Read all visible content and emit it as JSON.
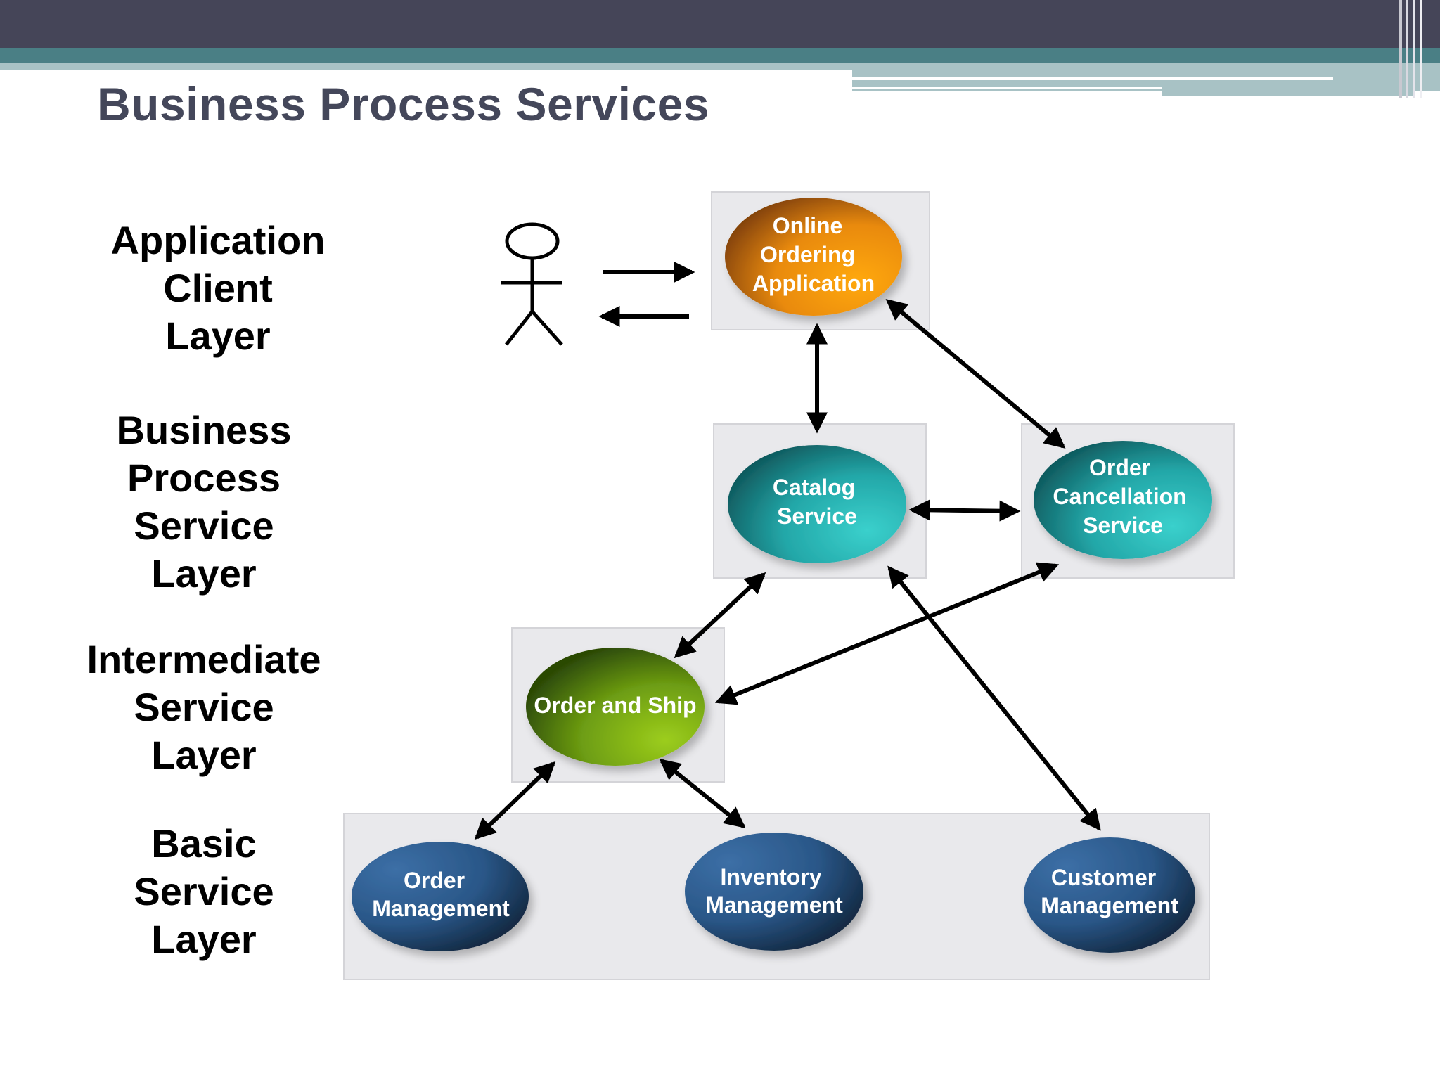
{
  "title": "Business Process Services",
  "layers": {
    "application_client": [
      "Application",
      "Client",
      "Layer"
    ],
    "business_process_service": [
      "Business",
      "Process",
      "Service",
      "Layer"
    ],
    "intermediate_service": [
      "Intermediate",
      "Service",
      "Layer"
    ],
    "basic_service": [
      "Basic",
      "Service",
      "Layer"
    ]
  },
  "nodes": {
    "online_ordering": [
      "Online",
      "Ordering",
      "Application"
    ],
    "catalog_service": [
      "Catalog",
      "Service"
    ],
    "order_cancellation": [
      "Order",
      "Cancellation",
      "Service"
    ],
    "order_and_ship": [
      "Order and Ship"
    ],
    "order_management": [
      "Order",
      "Management"
    ],
    "inventory_management": [
      "Inventory",
      "Management"
    ],
    "customer_management": [
      "Customer",
      "Management"
    ]
  },
  "colors": {
    "header_dark": "#454558",
    "header_teal": "#4a7f85",
    "header_light": "#a8c2c5",
    "title": "#44475a",
    "orange_node": "#f39a10",
    "teal_node": "#2fbfbf",
    "green_node": "#8cc21a",
    "navy_node": "#2f5b8c",
    "layer_box": "#e9e9ec"
  },
  "icons": {
    "actor": "stick-figure-icon"
  }
}
